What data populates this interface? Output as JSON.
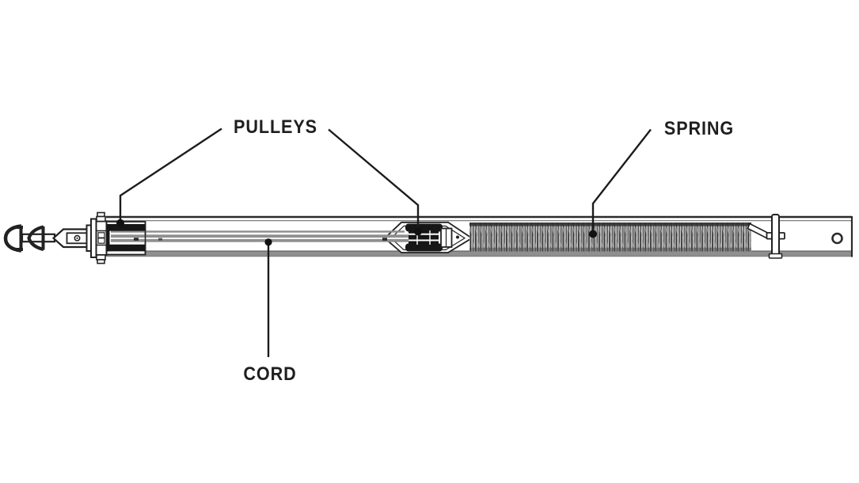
{
  "diagram": {
    "description": "technical line diagram of spring-and-pulley tension assembly",
    "labels": {
      "pulleys": "PULLEYS",
      "spring": "SPRING",
      "cord": "CORD"
    },
    "colors": {
      "background": "#ffffff",
      "line": "#222222",
      "label_text": "#1f1f1f",
      "gray_fill": "#8f8f8f",
      "pulley_black": "#161616"
    }
  }
}
